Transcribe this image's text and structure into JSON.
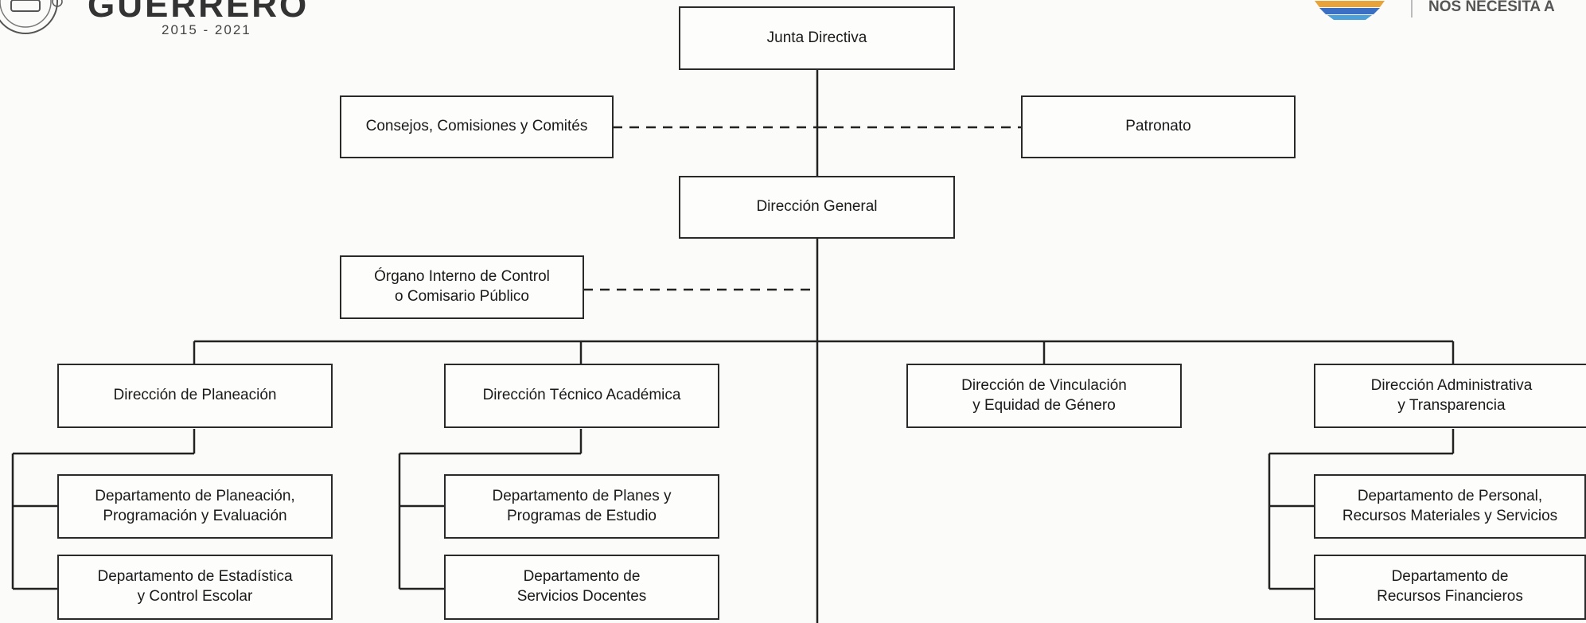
{
  "header": {
    "brand_name": "GUERRERO",
    "years": "2015 - 2021",
    "slogan": "NOS NECESITA A"
  },
  "org_chart": {
    "junta": "Junta Directiva",
    "consejos": "Consejos, Comisiones y Comités",
    "patronato": "Patronato",
    "direccion_general": "Dirección General",
    "organo_control": "Órgano Interno de Control\no Comisario Público",
    "dir_planeacion": "Dirección de Planeación",
    "dir_tecnico": "Dirección Técnico Académica",
    "dir_vinculacion": "Dirección de Vinculación\ny Equidad de Género",
    "dir_administrativa": "Dirección Administrativa\ny Transparencia",
    "dep_planeacion": "Departamento de  Planeación,\nProgramación y  Evaluación",
    "dep_estadistica": "Departamento de Estadística\ny Control Escolar",
    "dep_planes": "Departamento de  Planes y\nProgramas de Estudio",
    "dep_servicios_docentes": "Departamento de\nServicios Docentes",
    "dep_personal": "Departamento de Personal,\nRecursos Materiales y Servicios",
    "dep_financieros": "Departamento de\nRecursos Financieros"
  }
}
